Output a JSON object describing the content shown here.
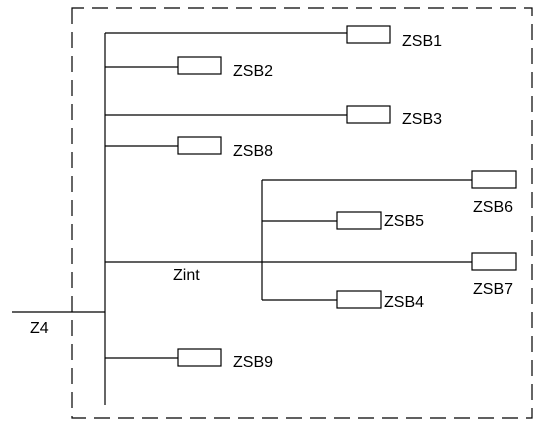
{
  "diagram": {
    "input_label": "Z4",
    "internal_label": "Zint",
    "boxes": {
      "zsb1": "ZSB1",
      "zsb2": "ZSB2",
      "zsb3": "ZSB3",
      "zsb8": "ZSB8",
      "zsb5": "ZSB5",
      "zsb6": "ZSB6",
      "zsb7": "ZSB7",
      "zsb4": "ZSB4",
      "zsb9": "ZSB9"
    }
  }
}
